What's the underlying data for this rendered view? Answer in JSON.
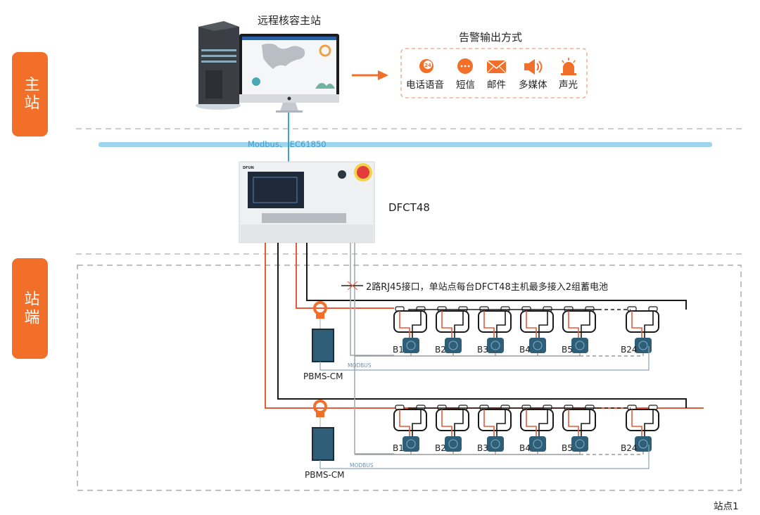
{
  "sections": {
    "master": "主站",
    "station": "站端"
  },
  "master_station": {
    "title": "远程核容主站"
  },
  "alarm": {
    "title": "告警输出方式",
    "methods": [
      {
        "icon": "phone-24-icon",
        "label": "电话语音"
      },
      {
        "icon": "sms-bubble-icon",
        "label": "短信"
      },
      {
        "icon": "email-envelope-icon",
        "label": "邮件"
      },
      {
        "icon": "speaker-icon",
        "label": "多媒体"
      },
      {
        "icon": "siren-light-icon",
        "label": "声光"
      }
    ]
  },
  "network": {
    "bus_label": "Modbus、IEC61850"
  },
  "host": {
    "model": "DFCT48"
  },
  "note": "2路RJ45接口，单站点每台DFCT48主机最多接入2组蓄电池",
  "battery_groups": [
    {
      "monitor": "PBMS-CM",
      "bus": "MODBUS",
      "cells": [
        "B1",
        "B2",
        "B3",
        "B4",
        "B5",
        "B24"
      ]
    },
    {
      "monitor": "PBMS-CM",
      "bus": "MODBUS",
      "cells": [
        "B1",
        "B2",
        "B3",
        "B4",
        "B5",
        "B24"
      ]
    }
  ],
  "site_label": "站点1",
  "colors": {
    "accent_orange": "#f26f2a",
    "bus_blue": "#8fd0ea",
    "link_blue": "#4aa7cf",
    "positive_wire": "#e8593a",
    "negative_wire": "#1a1a1a",
    "modbus_wire": "#8aa6bd",
    "sensor_teal": "#2f5f78"
  }
}
